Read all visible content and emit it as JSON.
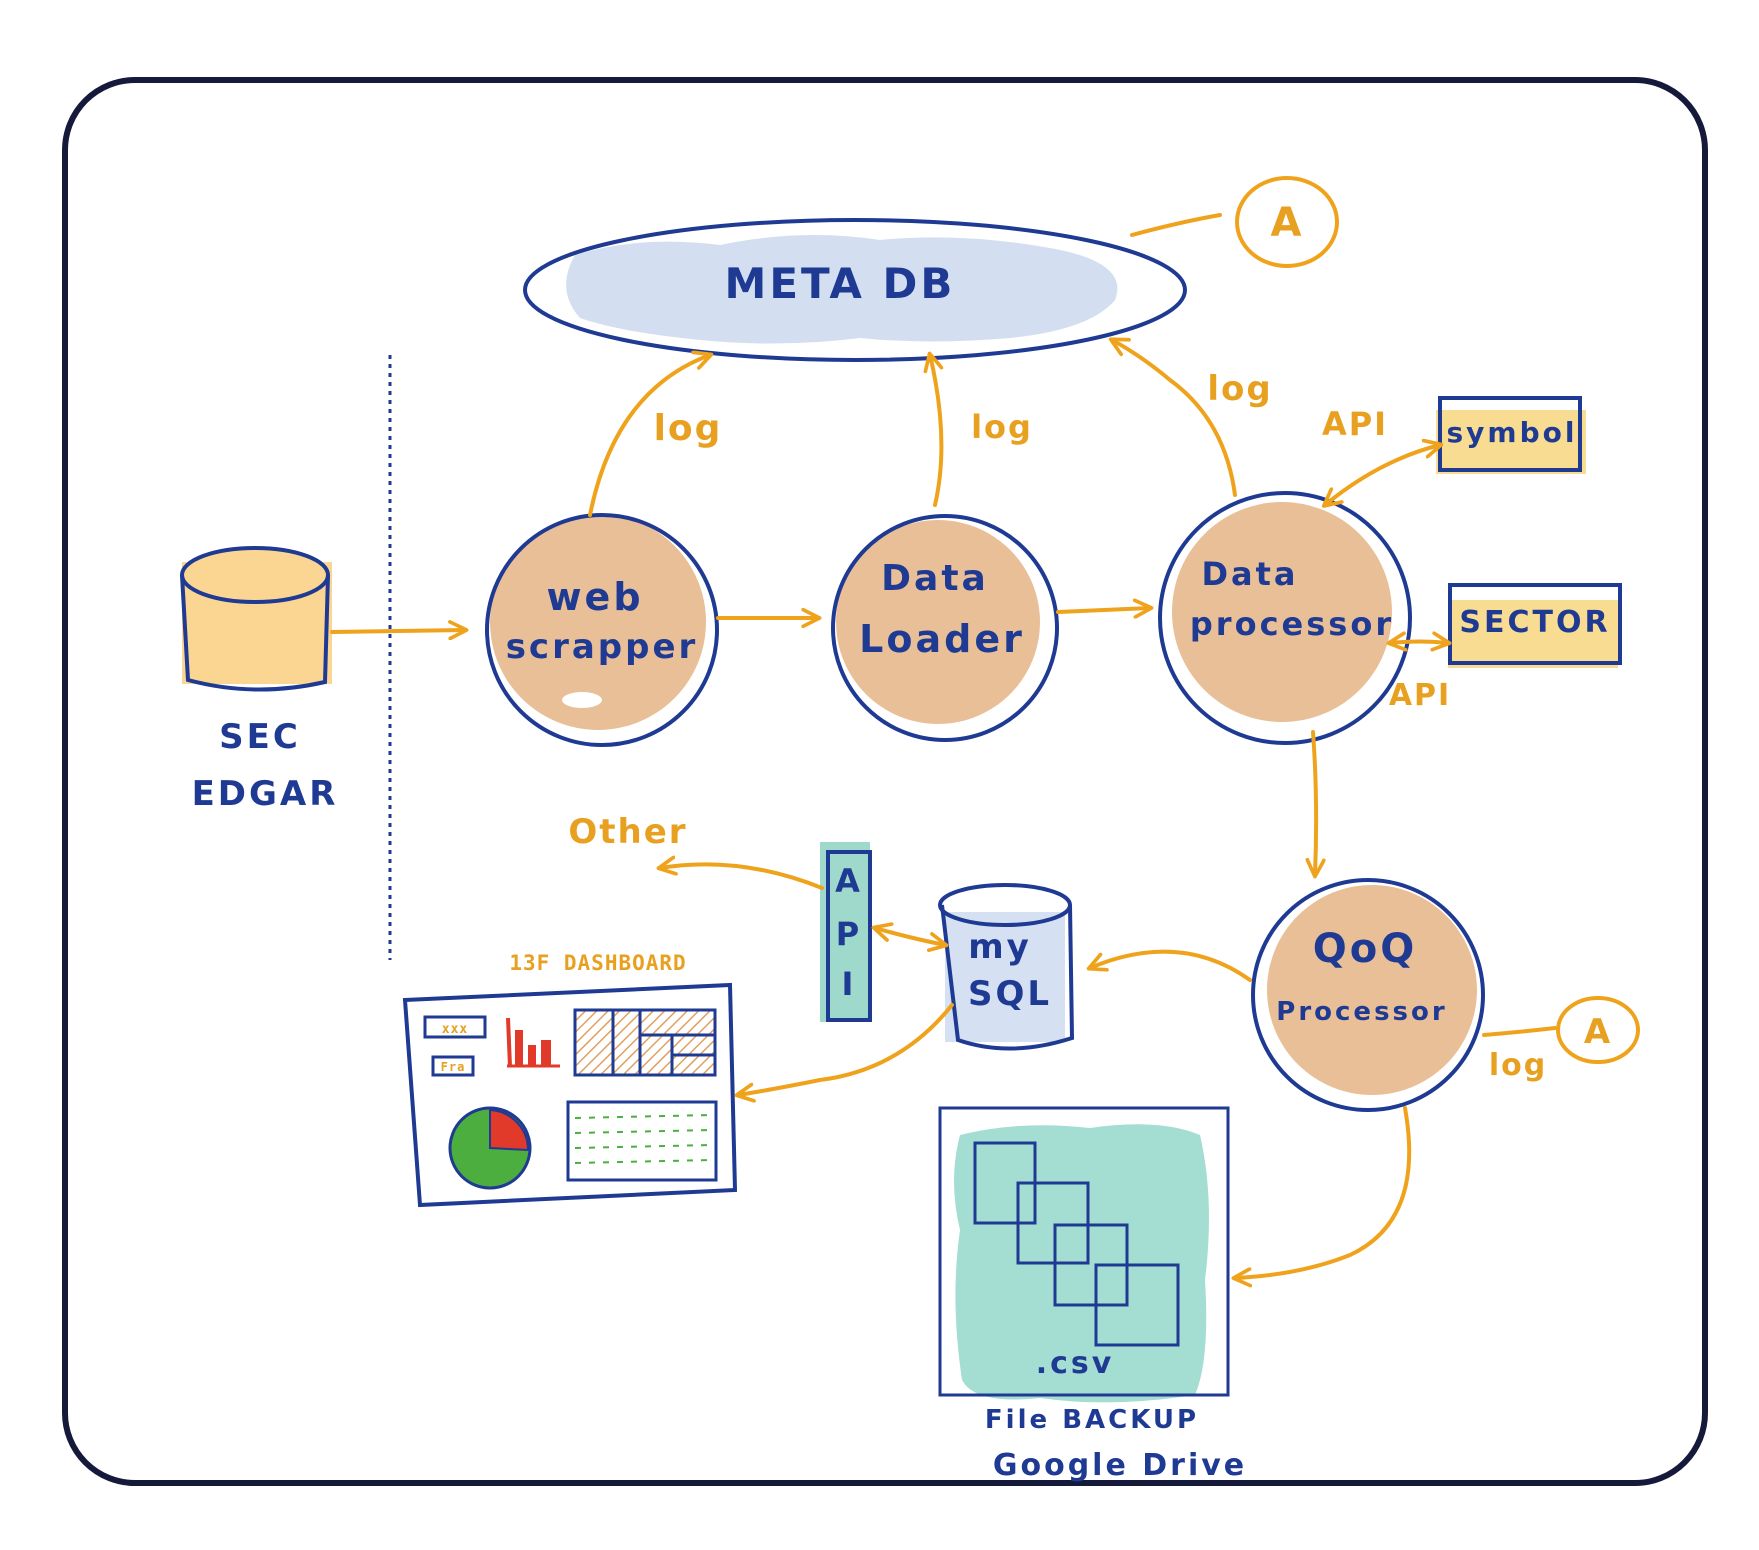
{
  "nodes": {
    "sec_edgar": {
      "line1": "SEC",
      "line2": "EDGAR"
    },
    "meta_db": {
      "label": "META DB"
    },
    "web_scrapper": {
      "line1": "web",
      "line2": "scrapper"
    },
    "data_loader": {
      "line1": "Data",
      "line2": "Loader"
    },
    "data_processor": {
      "line1": "Data",
      "line2": "processor"
    },
    "symbol": {
      "label": "symbol"
    },
    "sector": {
      "label": "SECTOR"
    },
    "qoq_processor": {
      "line1": "QoQ",
      "line2": "Processor"
    },
    "mysql": {
      "line1": "my",
      "line2": "SQL"
    },
    "api_box": {
      "letters": [
        "A",
        "P",
        "I"
      ]
    },
    "dashboard": {
      "title": "13F DASHBOARD",
      "tag1": "xxx",
      "tag2": "Fra"
    },
    "file_backup": {
      "file_label": ".csv",
      "caption1": "File BACKUP",
      "caption2": "Google Drive"
    }
  },
  "edge_labels": {
    "log_scrapper": "log",
    "log_loader": "log",
    "log_processor": "log",
    "log_qoq": "log",
    "api_symbol": "API",
    "api_sector": "API",
    "other": "Other"
  },
  "markers": {
    "a_top": "A",
    "a_qoq": "A"
  },
  "colors": {
    "ink_blue": "#1f3a93",
    "arrow_orange": "#efa31d",
    "node_fill": "#e9bf98",
    "db_fill": "#fbd592",
    "cloud_fill": "#d3dff0",
    "tag_fill": "#f7dc92",
    "api_fill": "#9fd9cc",
    "backup_fill": "#a4ded2",
    "mysql_fill": "#d5e0f2",
    "pie_green": "#4cae3e",
    "pie_red": "#e23a2a"
  }
}
